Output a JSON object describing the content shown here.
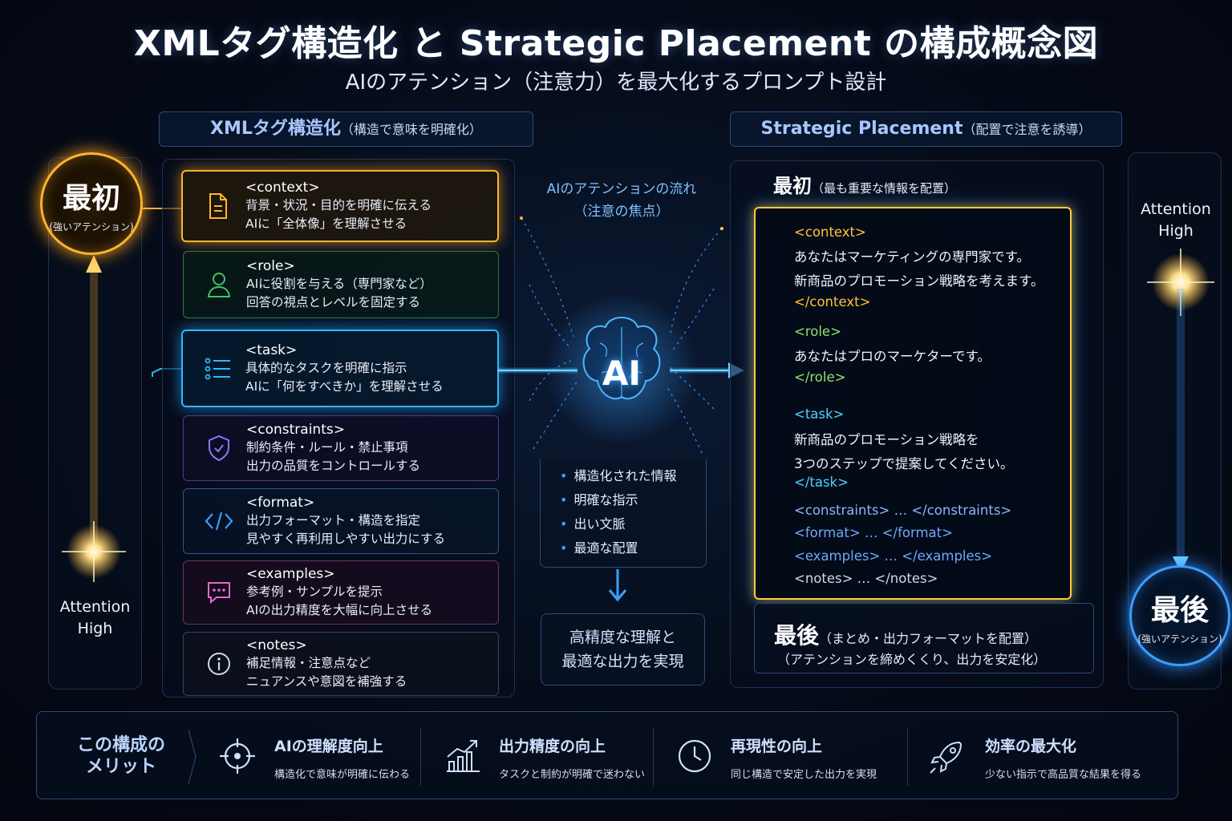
{
  "title": "XMLタグ構造化 と Strategic Placement の構成概念図",
  "subtitle": "AIのアテンション（注意力）を最大化するプロンプト設計",
  "left_header": {
    "main": "XMLタグ構造化",
    "sub": "（構造で意味を明確化）"
  },
  "right_header": {
    "main": "Strategic Placement",
    "sub": "（配置で注意を誘導）"
  },
  "left_circle": {
    "big": "最初",
    "small": "(強いアテンション)"
  },
  "left_attention": {
    "line1": "Attention",
    "line2": "High"
  },
  "right_circle": {
    "big": "最後",
    "small": "(強いアテンション)"
  },
  "right_attention": {
    "line1": "Attention",
    "line2": "High"
  },
  "tag_cards": [
    {
      "tag": "<context>",
      "line1": "背景・状況・目的を明確に伝える",
      "line2": "AIに「全体像」を理解させる",
      "icon": "document-icon",
      "color": "#ffb52e"
    },
    {
      "tag": "<role>",
      "line1": "AIに役割を与える（専門家など）",
      "line2": "回答の視点とレベルを固定する",
      "icon": "person-icon",
      "color": "#3fc46a"
    },
    {
      "tag": "<task>",
      "line1": "具体的なタスクを明確に指示",
      "line2": "AIに「何をすべきか」を理解させる",
      "icon": "list-icon",
      "color": "#2fb8ff"
    },
    {
      "tag": "<constraints>",
      "line1": "制約条件・ルール・禁止事項",
      "line2": "出力の品質をコントロールする",
      "icon": "shield-icon",
      "color": "#8a78ff"
    },
    {
      "tag": "<format>",
      "line1": "出力フォーマット・構造を指定",
      "line2": "見やすく再利用しやすい出力にする",
      "icon": "code-icon",
      "color": "#3a9dff"
    },
    {
      "tag": "<examples>",
      "line1": "参考例・サンプルを提示",
      "line2": "AIの出力精度を大幅に向上させる",
      "icon": "chat-icon",
      "color": "#e06bd0"
    },
    {
      "tag": "<notes>",
      "line1": "補足情報・注意点など",
      "line2": "ニュアンスや意図を補強する",
      "icon": "info-icon",
      "color": "#cfd8ea"
    }
  ],
  "middle": {
    "flow_title_1": "AIのアテンションの流れ",
    "flow_title_2": "（注意の焦点）",
    "ai_label": "AI",
    "bullets": [
      "構造化された情報",
      "明確な指示",
      "出い文脈",
      "最適な配置"
    ],
    "result_1": "高精度な理解と",
    "result_2": "最適な出力を実現"
  },
  "right_panel": {
    "first_title": "最初",
    "first_sub": "（最も重要な情報を配置）",
    "code": {
      "context_open": "<context>",
      "context_l1": "あなたはマーケティングの専門家です。",
      "context_l2": "新商品のプロモーション戦略を考えます。",
      "context_close": "</context>",
      "role_open": "<role>",
      "role_l1": "あなたはプロのマーケターです。",
      "role_close": "</role>",
      "task_open": "<task>",
      "task_l1": "新商品のプロモーション戦略を",
      "task_l2": "3つのステップで提案してください。",
      "task_close": "</task>",
      "constraints": "<constraints> … </constraints>",
      "format": "<format> … </format>",
      "examples": "<examples> … </examples>",
      "notes": "<notes> … </notes>"
    },
    "last_title": "最後",
    "last_sub": "（まとめ・出力フォーマットを配置）",
    "last_sub2": "（アテンションを締めくくり、出力を安定化）"
  },
  "bottom": {
    "head_1": "この構成の",
    "head_2": "メリット",
    "merits": [
      {
        "title": "AIの理解度向上",
        "desc": "構造化で意味が明確に伝わる",
        "icon": "target-icon"
      },
      {
        "title": "出力精度の向上",
        "desc": "タスクと制約が明確で迷わない",
        "icon": "growth-chart-icon"
      },
      {
        "title": "再現性の向上",
        "desc": "同じ構造で安定した出力を実現",
        "icon": "clock-icon"
      },
      {
        "title": "効率の最大化",
        "desc": "少ない指示で高品質な結果を得る",
        "icon": "rocket-icon"
      }
    ]
  }
}
